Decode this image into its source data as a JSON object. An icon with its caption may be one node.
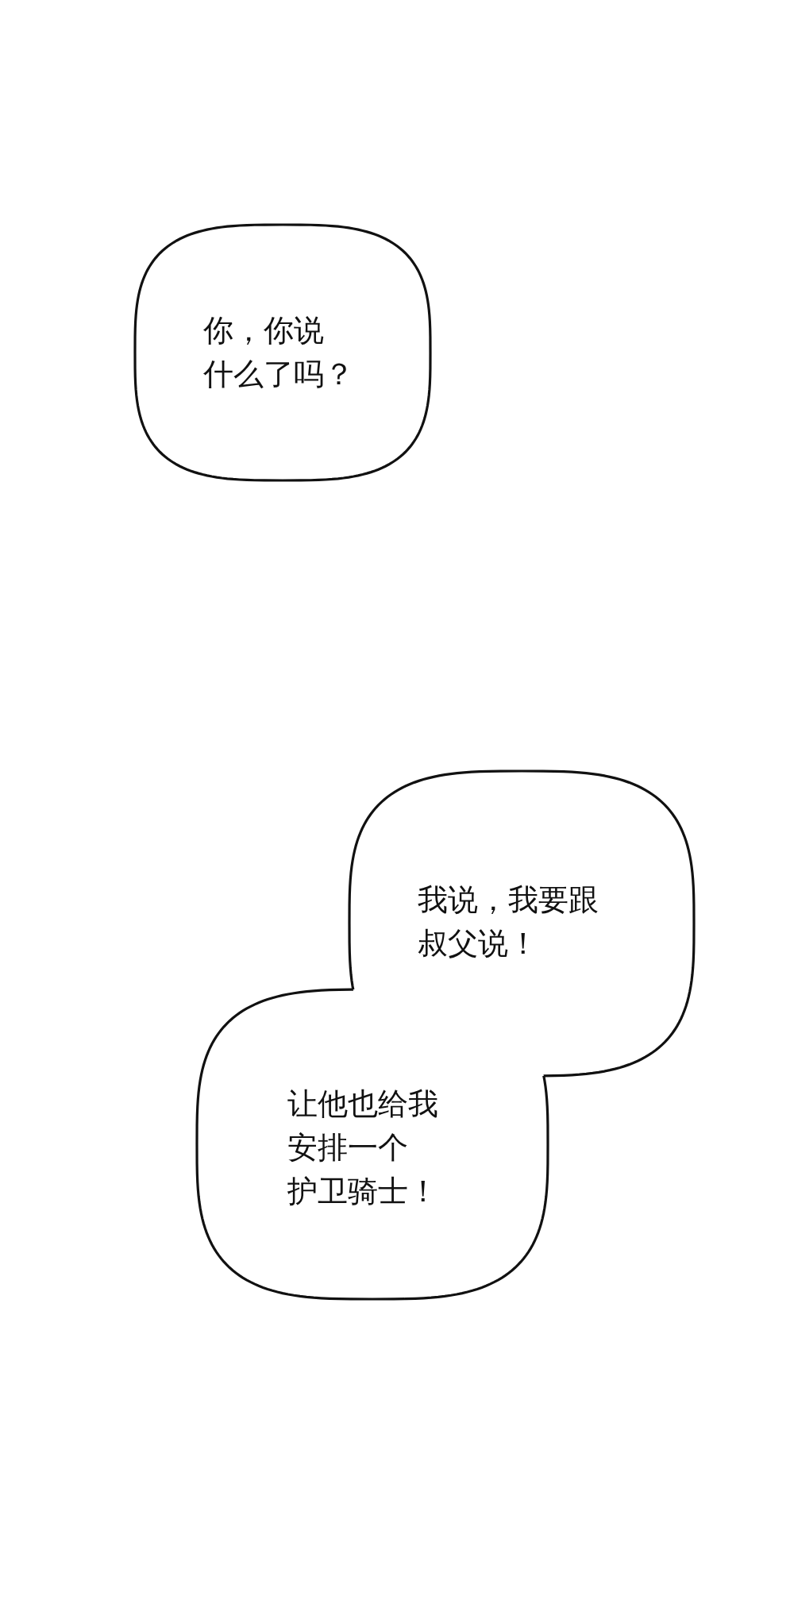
{
  "diagram": {
    "nodes": [
      {
        "text": [
          "你，你说什么了吗？"
        ]
      },
      {
        "text": [
          "我说，我要跟叔父说！",
          "让他也给我安排一个护卫骑士！"
        ]
      }
    ]
  }
}
